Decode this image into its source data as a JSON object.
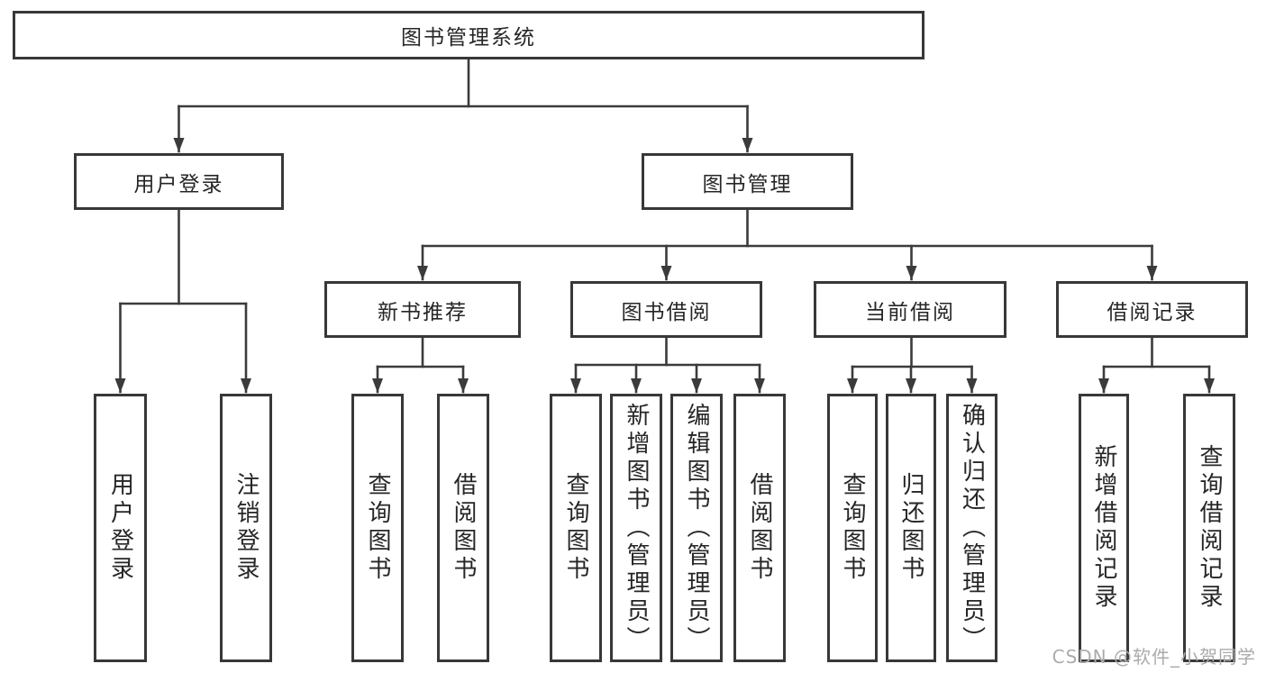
{
  "diagram_type": "hierarchy-tree",
  "colors": {
    "background": "#ffffff",
    "line": "#3b3b3b",
    "box_border": "#383838",
    "text": "#262626",
    "watermark_text": "#ababab"
  },
  "watermark": "CSDN @软件_小贺同学",
  "tree": {
    "label": "图书管理系统",
    "children": [
      {
        "label": "用户登录",
        "children": [
          {
            "label": "用户登录"
          },
          {
            "label": "注销登录"
          }
        ]
      },
      {
        "label": "图书管理",
        "children": [
          {
            "label": "新书推荐",
            "children": [
              {
                "label": "查询图书"
              },
              {
                "label": "借阅图书"
              }
            ]
          },
          {
            "label": "图书借阅",
            "children": [
              {
                "label": "查询图书"
              },
              {
                "label": "新增图书（管理员）"
              },
              {
                "label": "编辑图书（管理员）"
              },
              {
                "label": "借阅图书"
              }
            ]
          },
          {
            "label": "当前借阅",
            "children": [
              {
                "label": "查询图书"
              },
              {
                "label": "归还图书"
              },
              {
                "label": "确认归还（管理员）"
              }
            ]
          },
          {
            "label": "借阅记录",
            "children": [
              {
                "label": "新增借阅记录"
              },
              {
                "label": "查询借阅记录"
              }
            ]
          }
        ]
      }
    ]
  }
}
